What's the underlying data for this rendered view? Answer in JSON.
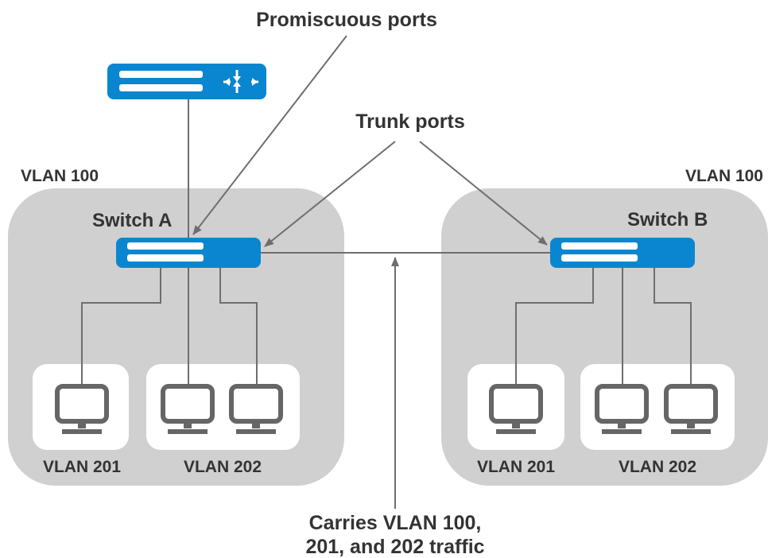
{
  "labels": {
    "promiscuous_ports": "Promiscuous ports",
    "trunk_ports": "Trunk ports",
    "carries_line1": "Carries VLAN 100,",
    "carries_line2": "201, and 202 traffic"
  },
  "site_a": {
    "vlan_label": "VLAN 100",
    "switch_label": "Switch A",
    "group1_label": "VLAN 201",
    "group2_label": "VLAN 202"
  },
  "site_b": {
    "vlan_label": "VLAN 100",
    "switch_label": "Switch B",
    "group1_label": "VLAN 201",
    "group2_label": "VLAN 202"
  },
  "colors": {
    "device_blue": "#0a86d0",
    "region_gray": "#d0d0d0",
    "monitor_gray": "#666666",
    "line_gray": "#6e6e6e",
    "text": "#333333"
  },
  "icons": {
    "router_symbol": "four-way-arrows-icon",
    "endpoint": "monitor-icon"
  }
}
